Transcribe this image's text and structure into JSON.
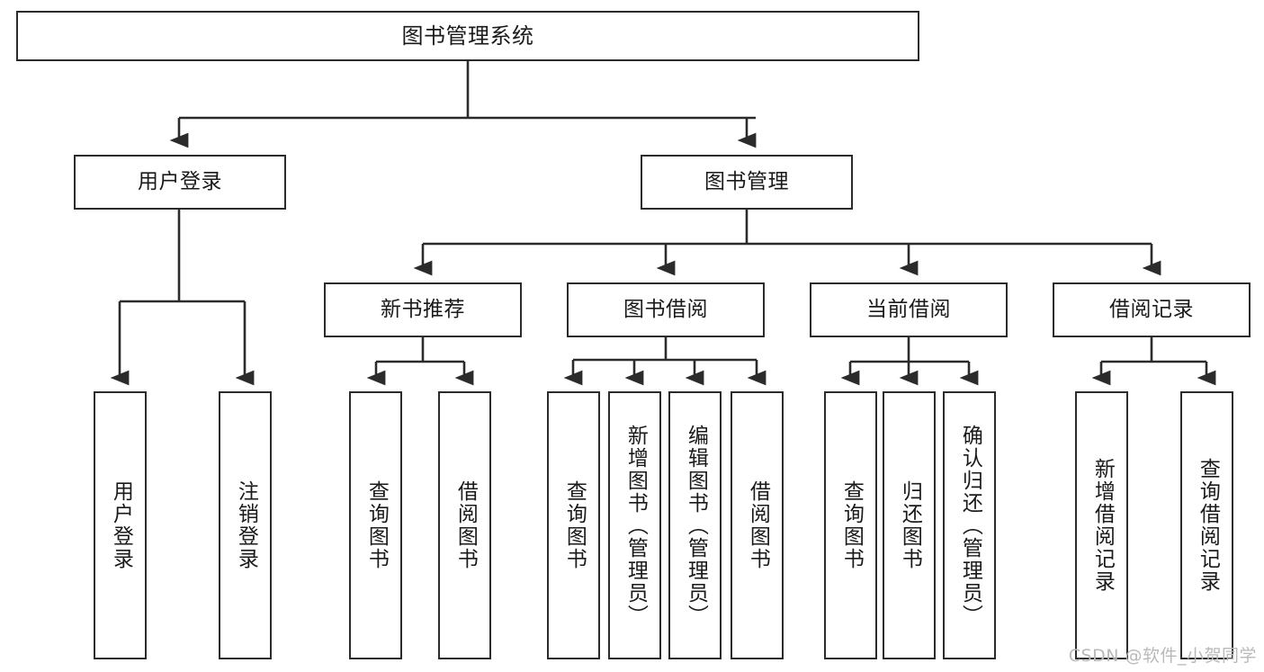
{
  "diagram": {
    "title": "图书管理系统",
    "type": "tree-hierarchy-diagram",
    "root": {
      "label": "图书管理系统"
    },
    "level2": {
      "user_login": "用户登录",
      "book_manage": "图书管理"
    },
    "level3": {
      "new_book_recommend": "新书推荐",
      "book_borrow": "图书借阅",
      "current_borrow": "当前借阅",
      "borrow_record": "借阅记录"
    },
    "leaves": {
      "user_login_1": "用户登录",
      "user_login_2": "注销登录",
      "recommend_1": "查询图书",
      "recommend_2": "借阅图书",
      "borrow_1": "查询图书",
      "borrow_2": "新增图书（管理员）",
      "borrow_3": "编辑图书（管理员）",
      "borrow_4": "借阅图书",
      "current_1": "查询图书",
      "current_2": "归还图书",
      "current_3": "确认归还（管理员）",
      "record_1": "新增借阅记录",
      "record_2": "查询借阅记录"
    }
  },
  "watermark": "CSDN @软件_小贺同学",
  "colors": {
    "stroke": "#2b2b2b",
    "fill": "#ffffff",
    "text": "#1a1a1a",
    "watermark": "#b9b9b9"
  }
}
